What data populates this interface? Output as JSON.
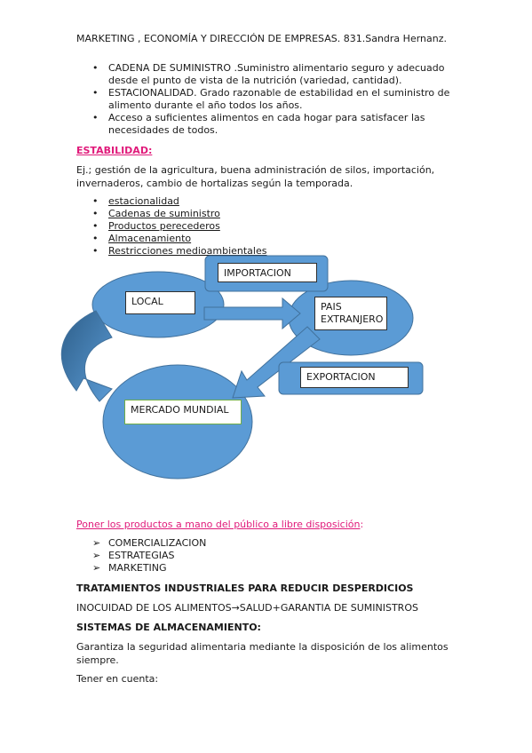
{
  "header": "MARKETING , ECONOMÍA Y DIRECCIÓN DE EMPRESAS. 831.Sandra Hernanz.",
  "intro_bullets": [
    "CADENA DE SUMINISTRO .Suministro alimentario seguro y adecuado\ndesde el punto de vista de la nutrición (variedad, cantidad).",
    "ESTACIONALIDAD. Grado razonable de estabilidad en el suministro de\nalimento durante el año todos los años.",
    "Acceso a suficientes alimentos en cada hogar para satisfacer las\nnecesidades de todos."
  ],
  "estabilidad_heading": "ESTABILIDAD:",
  "ej_text": "Ej.; gestión de la agricultura, buena administración de silos, importación,\ninvernaderos, cambio de hortalizas según la temporada.",
  "factor_bullets": [
    "estacionalidad",
    "Cadenas de suministro",
    "Productos perecederos",
    "Almacenamiento",
    "Restricciones medioambientales"
  ],
  "diagram": {
    "local": "LOCAL",
    "importacion": "IMPORTACION",
    "pais_extranjero": "PAIS\nEXTRANJERO",
    "exportacion": "EXPORTACION",
    "mercado_mundial": "MERCADO MUNDIAL",
    "fill_color": "#5b9bd5",
    "stroke_color": "#41719c"
  },
  "poner_link": "Poner los productos a mano del público a libre disposición",
  "poner_colon": ":",
  "arrow_items": [
    "COMERCIALIZACION",
    "ESTRATEGIAS",
    "MARKETING"
  ],
  "tratamientos_heading": "TRATAMIENTOS INDUSTRIALES PARA REDUCIR DESPERDICIOS",
  "inocuidad_line": "INOCUIDAD DE LOS ALIMENTOS→SALUD+GARANTIA DE SUMINISTROS",
  "sistemas_heading": "SISTEMAS DE ALMACENAMIENTO:",
  "garantiza_text": "Garantiza la seguridad alimentaria mediante la disposición de los alimentos\nsiempre.",
  "tener_text": "Tener en cuenta:"
}
